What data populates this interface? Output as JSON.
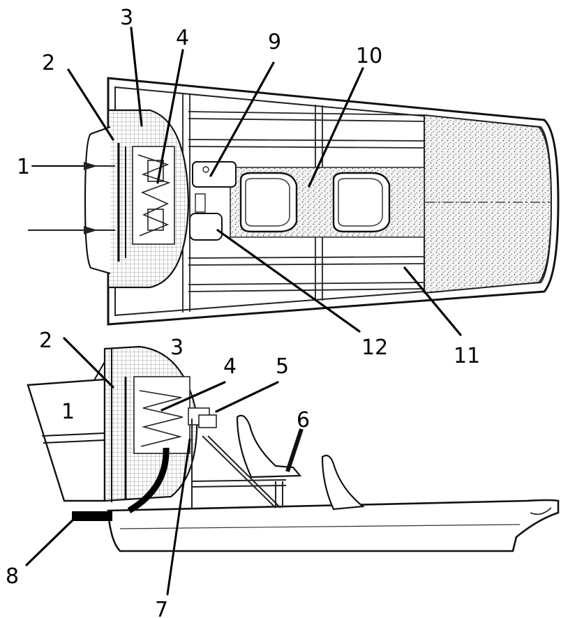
{
  "diagram": {
    "labels": [
      {
        "id": "label-1-top",
        "text": "1"
      },
      {
        "id": "label-2-top",
        "text": "2"
      },
      {
        "id": "label-3-top",
        "text": "3"
      },
      {
        "id": "label-4-top",
        "text": "4"
      },
      {
        "id": "label-9",
        "text": "9"
      },
      {
        "id": "label-10",
        "text": "10"
      },
      {
        "id": "label-12",
        "text": "12"
      },
      {
        "id": "label-11",
        "text": "11"
      },
      {
        "id": "label-2-side",
        "text": "2"
      },
      {
        "id": "label-3-side",
        "text": "3"
      },
      {
        "id": "label-4-side",
        "text": "4"
      },
      {
        "id": "label-5",
        "text": "5"
      },
      {
        "id": "label-6",
        "text": "6"
      },
      {
        "id": "label-1-side",
        "text": "1"
      },
      {
        "id": "label-8",
        "text": "8"
      },
      {
        "id": "label-7",
        "text": "7"
      }
    ]
  }
}
